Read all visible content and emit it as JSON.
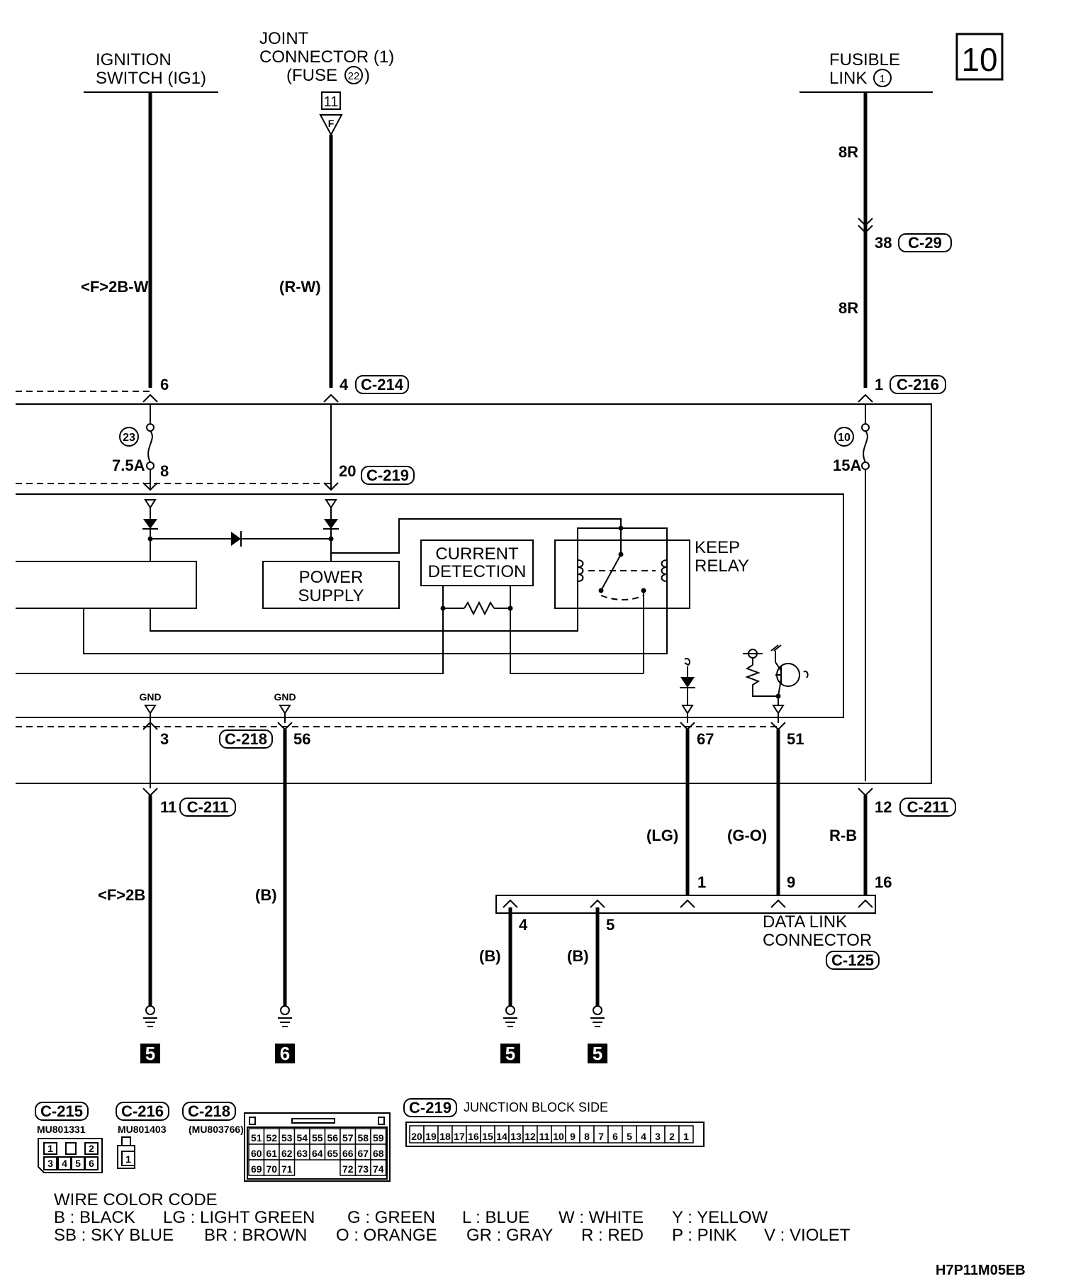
{
  "page_number": "10",
  "drawing_code": "H7P11M05EB",
  "sources": {
    "ignition": [
      "IGNITION",
      "SWITCH (IG1)"
    ],
    "joint": [
      "JOINT",
      "CONNECTOR (1)",
      "(FUSE",
      "22",
      ")"
    ],
    "joint_terminal_box": "11",
    "joint_terminal_letter": "F",
    "fusible": [
      "FUSIBLE",
      "LINK",
      "1"
    ]
  },
  "wires": {
    "w_f2bw": "<F>2B-W",
    "w_rw": "(R-W)",
    "w_8r_top": "8R",
    "w_8r_mid": "8R",
    "w_f2b": "<F>2B",
    "w_b1": "(B)",
    "w_lg": "(LG)",
    "w_go": "(G-O)",
    "w_rb": "R-B",
    "w_b2": "(B)",
    "w_b3": "(B)"
  },
  "pins": {
    "p6": "6",
    "p4": "4",
    "p1": "1",
    "p38": "38",
    "p8": "8",
    "p20": "20",
    "p3": "3",
    "p56": "56",
    "p67": "67",
    "p51": "51",
    "p11": "11",
    "p12": "12",
    "dlc1": "1",
    "dlc9": "9",
    "dlc16": "16",
    "dlc4": "4",
    "dlc5": "5"
  },
  "connectors": {
    "c29": "C-29",
    "c214": "C-214",
    "c216": "C-216",
    "c219": "C-219",
    "c218": "C-218",
    "c211a": "C-211",
    "c211b": "C-211",
    "c125": "C-125"
  },
  "fuses": {
    "f23_num": "23",
    "f23_amp": "7.5A",
    "f10_num": "10",
    "f10_amp": "15A"
  },
  "components": {
    "power_supply": [
      "POWER",
      "SUPPLY"
    ],
    "current_detection": [
      "CURRENT",
      "DETECTION"
    ],
    "keep_relay": [
      "KEEP",
      "RELAY"
    ],
    "gnd1": "GND",
    "gnd2": "GND",
    "dlc": [
      "DATA LINK",
      "CONNECTOR"
    ]
  },
  "grounds": {
    "g1": "5",
    "g2": "6",
    "g3": "5",
    "g4": "5"
  },
  "connector_views": {
    "c215": {
      "name": "C-215",
      "part": "MU801331",
      "pins_top": [
        "1",
        "2"
      ],
      "pins_bottom": [
        "3",
        "4",
        "5",
        "6"
      ]
    },
    "c216": {
      "name": "C-216",
      "part": "MU801403",
      "pins": [
        "1"
      ]
    },
    "c218": {
      "name": "C-218",
      "part": "(MU803766)",
      "row1": [
        "51",
        "52",
        "53",
        "54",
        "55",
        "56",
        "57",
        "58",
        "59"
      ],
      "row2": [
        "60",
        "61",
        "62",
        "63",
        "64",
        "65",
        "66",
        "67",
        "68"
      ],
      "row3a": [
        "69",
        "70",
        "71"
      ],
      "row3b": [
        "72",
        "73",
        "74"
      ]
    },
    "c219": {
      "name": "C-219",
      "caption": "JUNCTION BLOCK SIDE",
      "pins": [
        "20",
        "19",
        "18",
        "17",
        "16",
        "15",
        "14",
        "13",
        "12",
        "11",
        "10",
        "9",
        "8",
        "7",
        "6",
        "5",
        "4",
        "3",
        "2",
        "1"
      ]
    }
  },
  "legend": {
    "title": "WIRE COLOR CODE",
    "row1": [
      "B : BLACK",
      "LG : LIGHT GREEN",
      "G : GREEN",
      "L : BLUE",
      "W : WHITE",
      "Y : YELLOW"
    ],
    "row2": [
      "SB : SKY BLUE",
      "BR : BROWN",
      "O : ORANGE",
      "GR : GRAY",
      "R : RED",
      "P : PINK",
      "V : VIOLET"
    ]
  }
}
